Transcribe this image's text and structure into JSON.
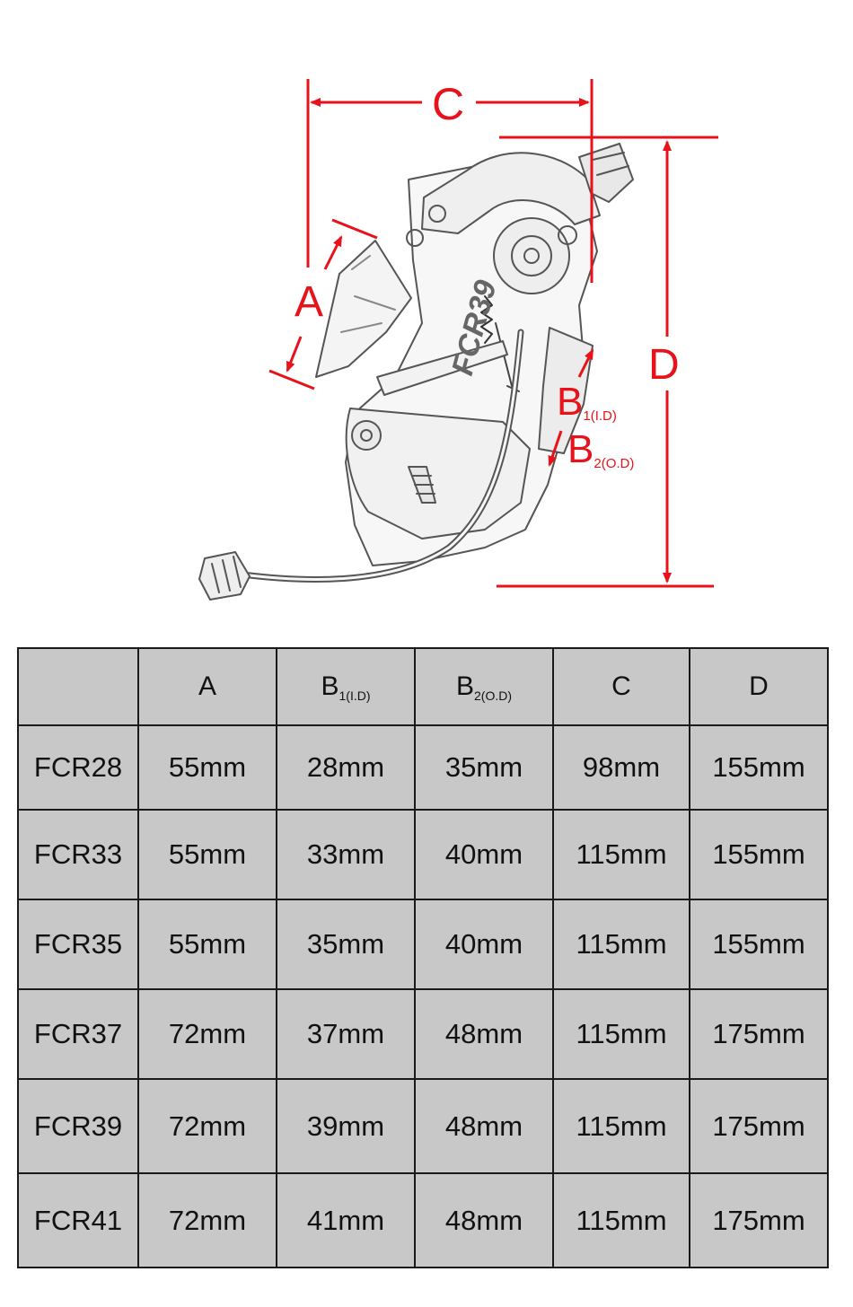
{
  "diagram": {
    "labels": {
      "c": "C",
      "a": "A",
      "d": "D",
      "b1_main": "B",
      "b1_sub": "1(I.D)",
      "b2_main": "B",
      "b2_sub": "2(O.D)",
      "body_logo": "FCR39"
    },
    "colors": {
      "dimension": "#e8121a",
      "sketch": "#555555",
      "table_fill": "#c8c8c8"
    }
  },
  "table": {
    "headers": [
      {
        "main": "",
        "sub": ""
      },
      {
        "main": "A",
        "sub": ""
      },
      {
        "main": "B",
        "sub": "1(I.D)"
      },
      {
        "main": "B",
        "sub": "2(O.D)"
      },
      {
        "main": "C",
        "sub": ""
      },
      {
        "main": "D",
        "sub": ""
      }
    ],
    "rows": [
      {
        "model": "FCR28",
        "cells": [
          "55mm",
          "28mm",
          "35mm",
          "98mm",
          "155mm"
        ]
      },
      {
        "model": "FCR33",
        "cells": [
          "55mm",
          "33mm",
          "40mm",
          "115mm",
          "155mm"
        ]
      },
      {
        "model": "FCR35",
        "cells": [
          "55mm",
          "35mm",
          "40mm",
          "115mm",
          "155mm"
        ]
      },
      {
        "model": "FCR37",
        "cells": [
          "72mm",
          "37mm",
          "48mm",
          "115mm",
          "175mm"
        ]
      },
      {
        "model": "FCR39",
        "cells": [
          "72mm",
          "39mm",
          "48mm",
          "115mm",
          "175mm"
        ]
      },
      {
        "model": "FCR41",
        "cells": [
          "72mm",
          "41mm",
          "48mm",
          "115mm",
          "175mm"
        ]
      }
    ]
  }
}
